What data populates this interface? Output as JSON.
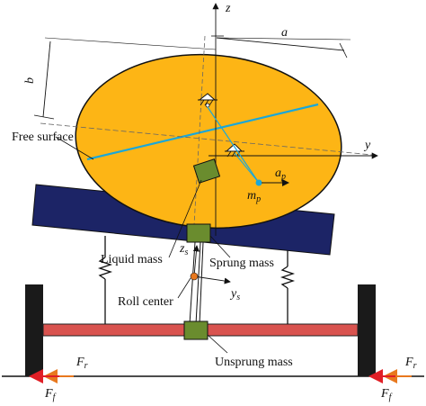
{
  "labels": {
    "a": "a",
    "b": "b",
    "z": "z",
    "y": "y",
    "free_surface": "Free surface",
    "ap": "a",
    "ap_sub": "p",
    "mp": "m",
    "mp_sub": "p",
    "zs": "z",
    "zs_sub": "s",
    "ys": "y",
    "ys_sub": "s",
    "liquid_mass": "Liquid mass",
    "sprung_mass": "Sprung mass",
    "roll_center": "Roll center",
    "unsprung_mass": "Unsprung mass",
    "fr_left": "F",
    "fr_left_sub": "r",
    "ff_left": "F",
    "ff_left_sub": "f",
    "fr_right": "F",
    "fr_right_sub": "r",
    "ff_right": "F",
    "ff_right_sub": "f"
  },
  "colors": {
    "tank": "#fdb515",
    "frame": "#1c2466",
    "liquid_line": "#1aa7d9",
    "green_block": "#6a8c2e",
    "axle": "#d9534f",
    "wheel": "#1a1a1a",
    "force_red": "#e01f26",
    "force_orange": "#e8781e",
    "roll_center": "#e8781e"
  }
}
